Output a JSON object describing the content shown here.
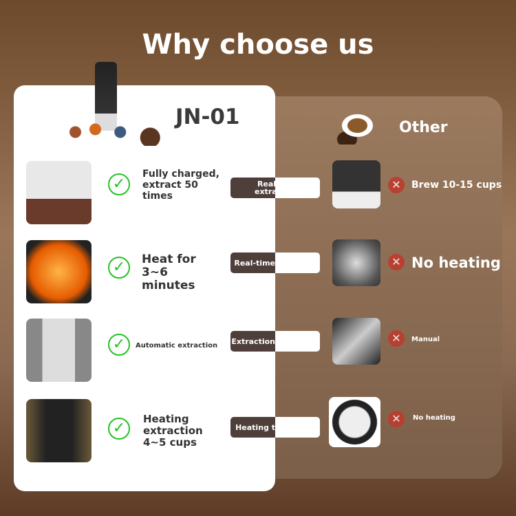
{
  "title": "Why choose us",
  "left": {
    "model": "JN-01",
    "features": [
      "Fully charged, extract 50 times",
      "Heat for 3~6 minutes",
      "Automatic extraction",
      "Heating extraction 4~5 cups"
    ]
  },
  "labels": [
    "Real-time extraction",
    "Real-time",
    "Extraction",
    "Heating t"
  ],
  "right": {
    "title": "Other",
    "features": [
      "Brew 10-15 cups",
      "No heating",
      "Manual",
      "No heating"
    ]
  }
}
